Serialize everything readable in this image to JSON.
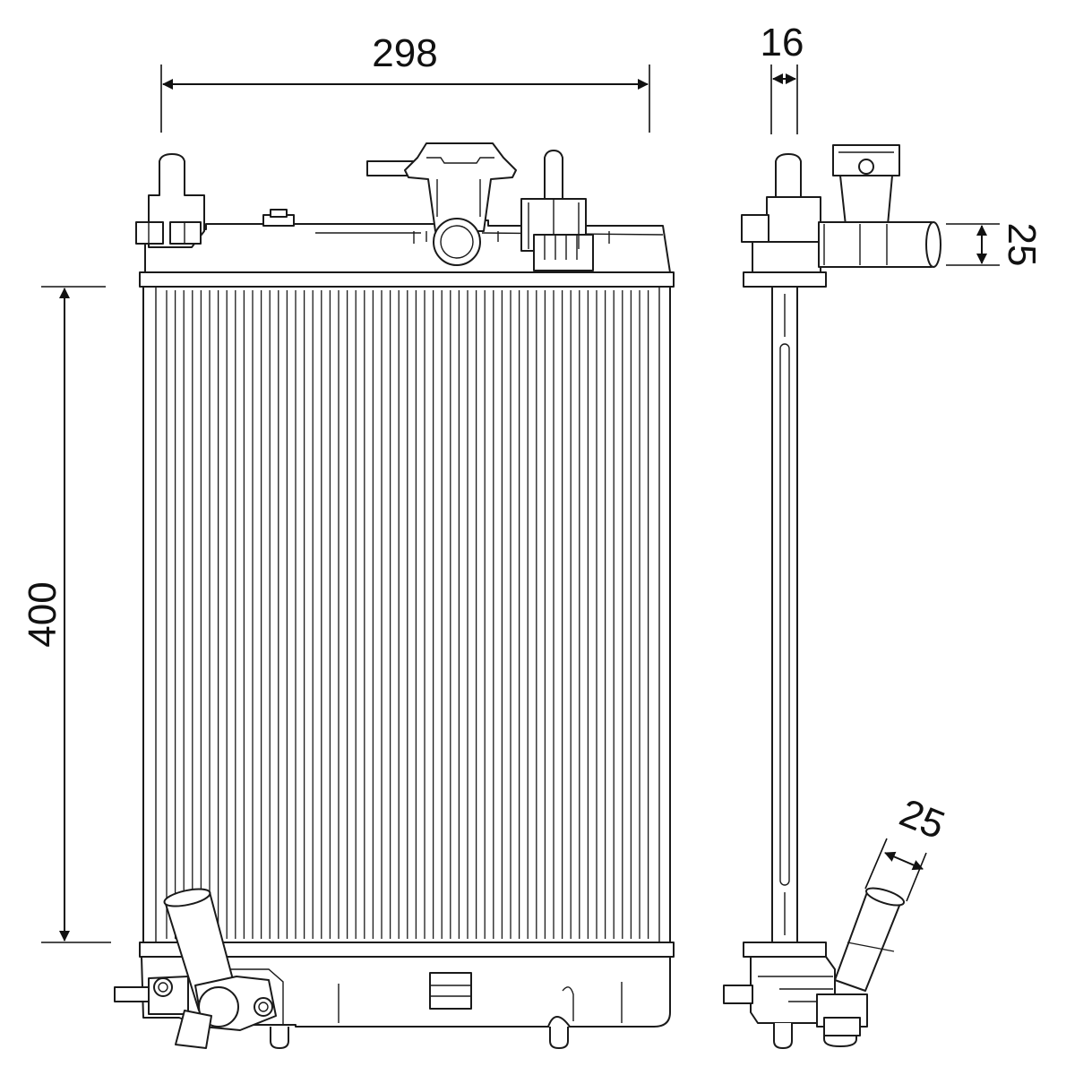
{
  "diagram": {
    "dimensions": {
      "width_label": "298",
      "height_label": "400",
      "depth_label": "16",
      "upper_pipe_label": "25",
      "lower_pipe_label": "25"
    },
    "colors": {
      "line": "#1a1a1a",
      "background": "#ffffff"
    }
  }
}
